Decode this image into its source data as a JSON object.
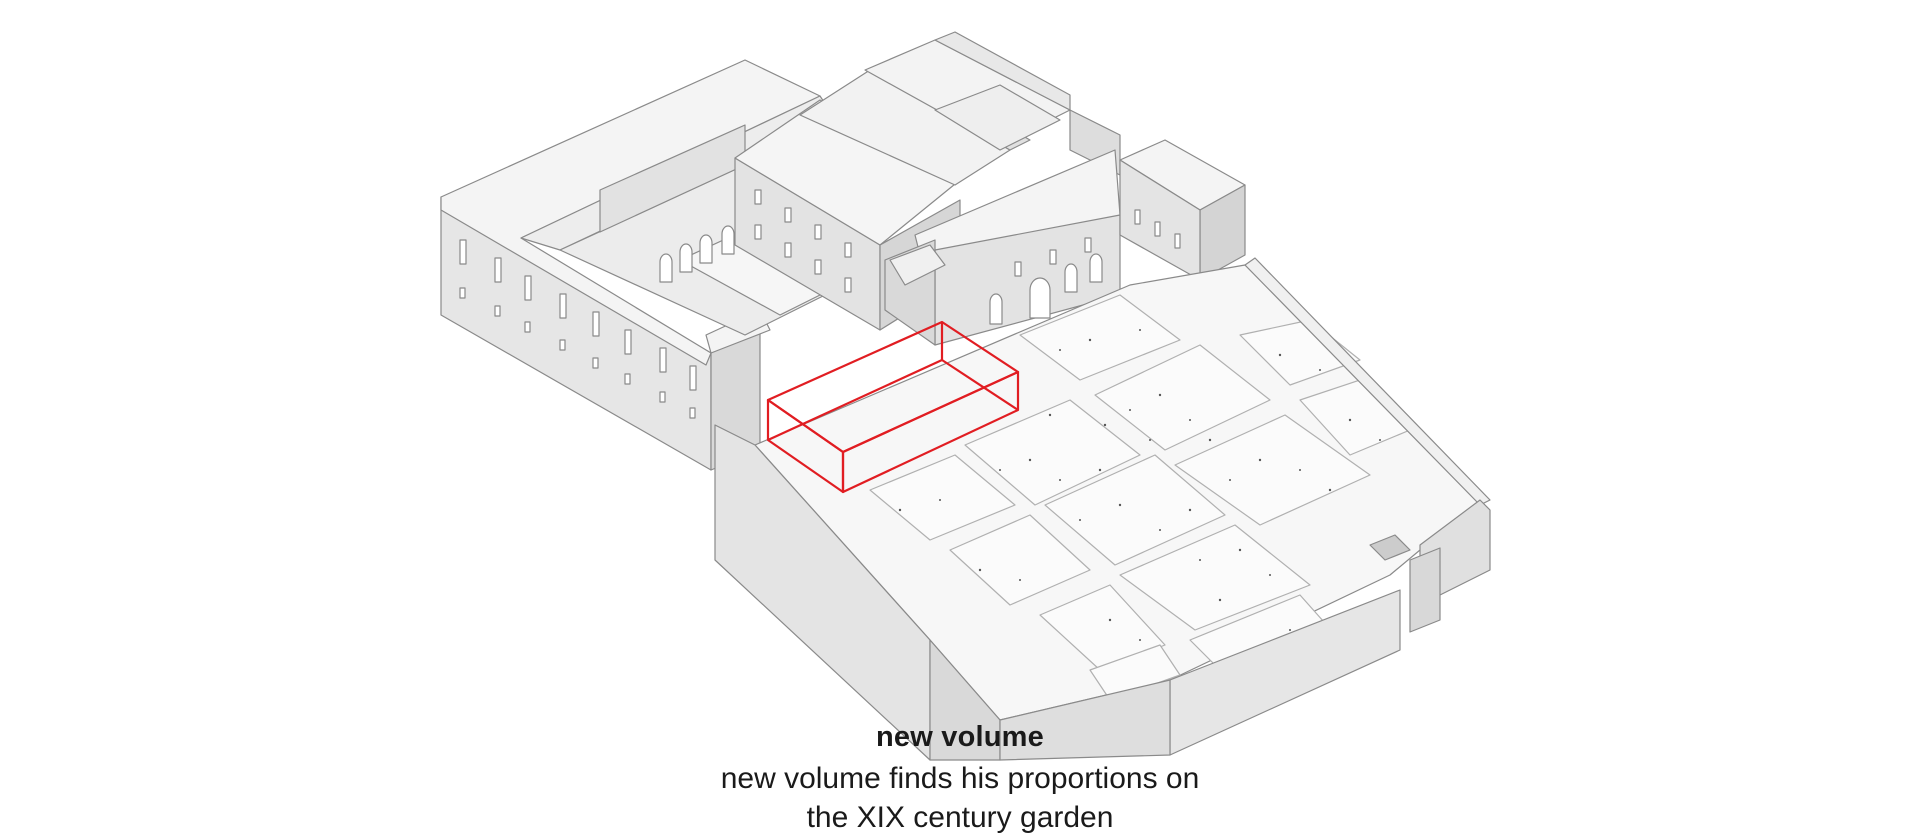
{
  "caption": {
    "title": "new volume",
    "line1": "new volume finds his proportions on",
    "line2": "the XIX century garden"
  },
  "colors": {
    "highlight": "#e11d22",
    "wall_fill": "#e6e6e6",
    "roof_fill": "#f4f4f4",
    "outline": "#8a8a8a"
  },
  "icons": [
    "isometric-building-drawing"
  ]
}
